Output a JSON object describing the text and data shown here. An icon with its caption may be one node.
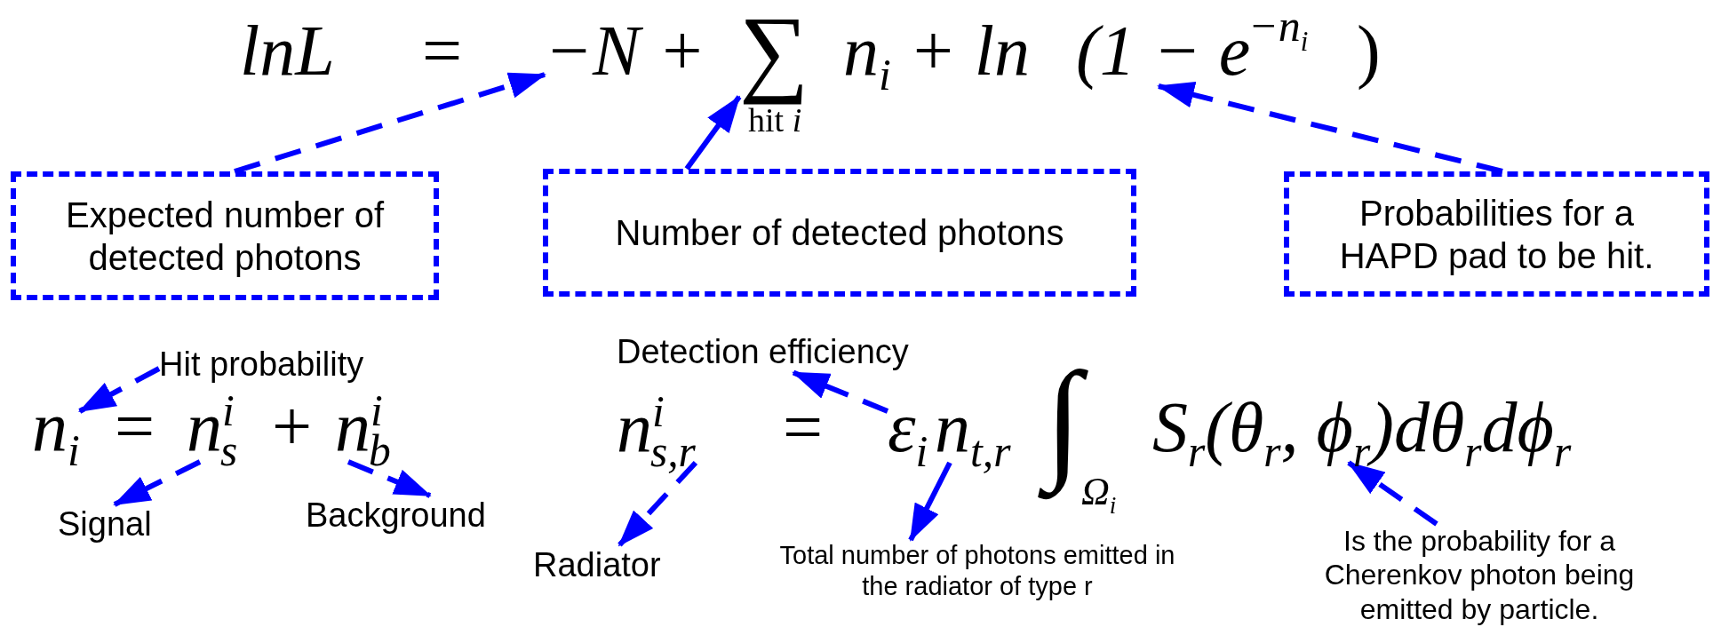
{
  "diagram": {
    "nodes": [
      {
        "text": [
          "−N +"
        ]
      },
      {
        "text": [
          "∑"
        ]
      },
      {
        "text": [
          "(1 − e"
        ]
      },
      {
        "text": [
          "Expected number of detected photons"
        ]
      },
      {
        "text": [
          "Number of detected photons"
        ]
      },
      {
        "text": [
          "Probabilities for a HAPD pad to be hit."
        ]
      },
      {
        "text": [
          "Hit probability"
        ]
      },
      {
        "text": [
          "n$_{i}$"
        ]
      },
      {
        "text": [
          "n$^{i}$$_{s}$"
        ]
      },
      {
        "text": [
          "n$^{i}$$_{b}$"
        ]
      },
      {
        "text": [
          "Signal"
        ]
      },
      {
        "text": [
          "Background"
        ]
      },
      {
        "text": [
          "Detection efficiency"
        ]
      },
      {
        "text": [
          "n$^{i}$$_{s,r}$"
        ]
      },
      {
        "text": [
          "ε$_{i}$"
        ]
      },
      {
        "text": [
          "n$_{t,r}$"
        ]
      },
      {
        "text": [
          "S$_{r}$(θ$_{r}$, ϕ$_{r}$)dθ$_{r}$dϕ$_{r}$"
        ]
      },
      {
        "text": [
          "Radiator"
        ]
      },
      {
        "text": [
          "Total number of photons emitted in the radiator of type r"
        ]
      },
      {
        "text": [
          "Is the probability for a Cherenkov photon being emitted by particle."
        ]
      }
    ],
    "edges": [
      {
        "from": 3,
        "to": 0,
        "arrow": "to",
        "style": "dashed"
      },
      {
        "from": 4,
        "to": 1,
        "arrow": "to"
      },
      {
        "from": 5,
        "to": 2,
        "arrow": "to",
        "style": "dashed"
      },
      {
        "from": 6,
        "to": 7,
        "arrow": "to",
        "style": "dashed"
      },
      {
        "from": 8,
        "to": 10,
        "arrow": "to",
        "style": "dashed"
      },
      {
        "from": 9,
        "to": 11,
        "arrow": "to",
        "style": "dashed"
      },
      {
        "from": 14,
        "to": 12,
        "arrow": "to",
        "style": "dashed"
      },
      {
        "from": 13,
        "to": 17,
        "arrow": "to",
        "style": "dashed"
      },
      {
        "from": 15,
        "to": 18,
        "arrow": "to"
      },
      {
        "from": 19,
        "to": 16,
        "arrow": "to",
        "style": "dashed"
      }
    ],
    "labels": [
      "lnL",
      "=",
      "hit *i*",
      "n$_{i}$ + ln",
      "−n$_{i}$",
      ")",
      "=",
      "+",
      "=",
      "∫",
      "Ω$_{i}$"
    ]
  }
}
